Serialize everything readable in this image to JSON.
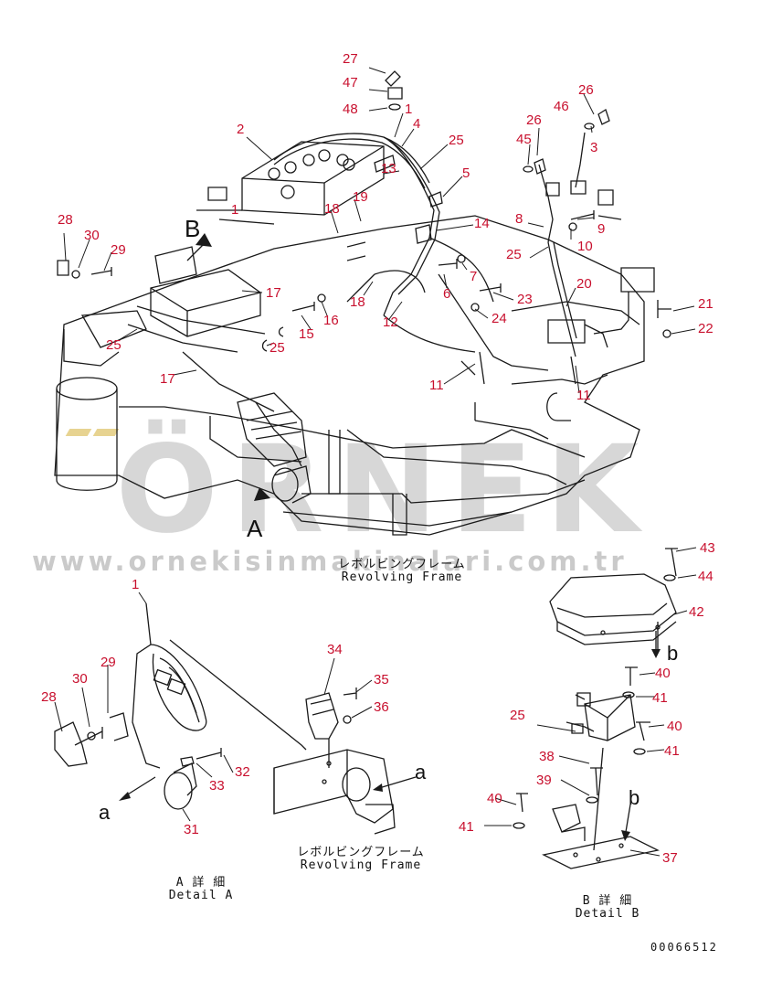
{
  "document": {
    "doc_number": "00066512",
    "watermark_logo": "ÖRNEK",
    "watermark_url": "www.ornekisinmakinalari.com.tr"
  },
  "captions": {
    "main_frame_jp": "レボルビングフレーム",
    "main_frame_en": "Revolving Frame",
    "detail_a_frame_jp": "レボルビングフレーム",
    "detail_a_frame_en": "Revolving Frame",
    "detail_a_jp": "A 詳 細",
    "detail_a_en": "Detail A",
    "detail_b_jp": "B 詳 細",
    "detail_b_en": "Detail B"
  },
  "view_letters": {
    "view_a": "A",
    "view_b": "B",
    "detail_a_arrow_left": "a",
    "detail_a_arrow_right": "a",
    "detail_b_arrow_top": "b",
    "detail_b_arrow_bottom": "b"
  },
  "callouts": {
    "main": [
      "27",
      "47",
      "48",
      "1",
      "4",
      "25",
      "13",
      "5",
      "14",
      "2",
      "19",
      "18",
      "1",
      "18",
      "12",
      "6",
      "7",
      "23",
      "24",
      "15",
      "16",
      "17",
      "25",
      "28",
      "30",
      "29",
      "25",
      "17",
      "11",
      "11",
      "26",
      "46",
      "3",
      "26",
      "45",
      "8",
      "9",
      "10",
      "25",
      "20",
      "21",
      "22"
    ],
    "detail_a": [
      "1",
      "29",
      "30",
      "28",
      "33",
      "32",
      "31",
      "34",
      "35",
      "36"
    ],
    "detail_b": [
      "43",
      "44",
      "42",
      "40",
      "41",
      "40",
      "41",
      "25",
      "38",
      "39",
      "40",
      "41",
      "37"
    ]
  },
  "colors": {
    "callout": "#c8102e",
    "line": "#1a1a1a",
    "watermark": "#969696"
  }
}
